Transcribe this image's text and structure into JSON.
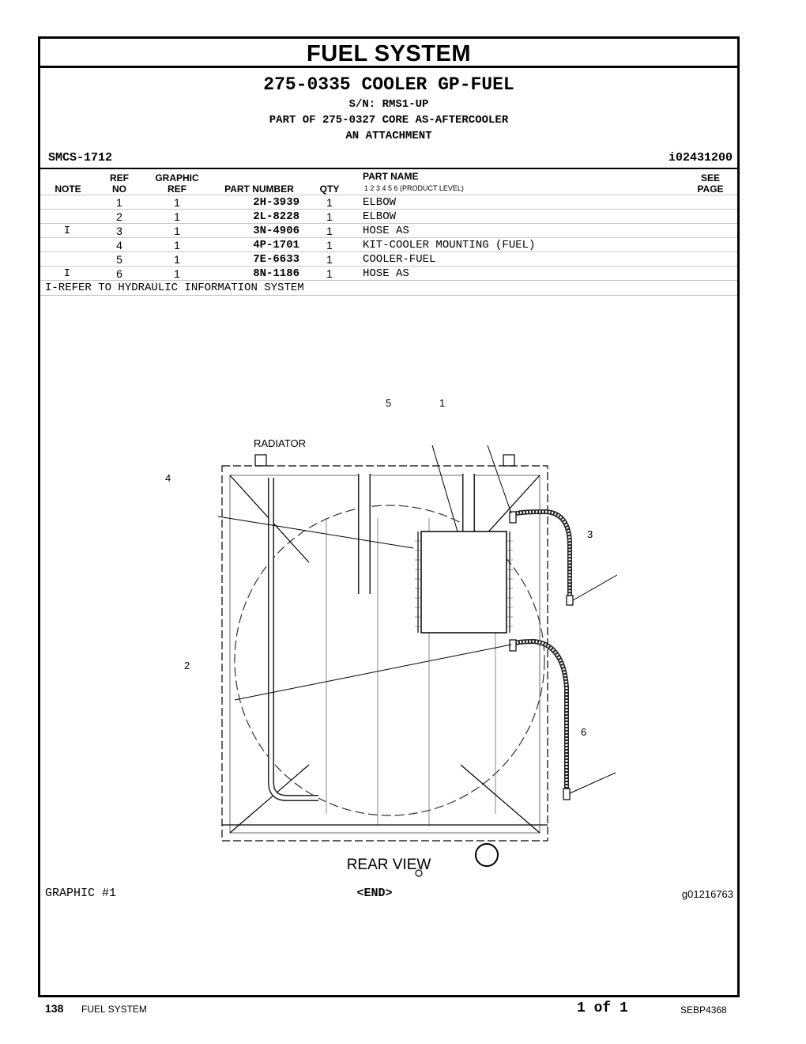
{
  "section_title": "FUEL SYSTEM",
  "group_title": "275-0335 COOLER GP-FUEL",
  "serial": "S/N: RMS1-UP",
  "part_of": "PART OF 275-0327 CORE AS-AFTERCOOLER",
  "attachment": "AN ATTACHMENT",
  "smcs": "SMCS-1712",
  "illustration_id": "i02431200",
  "headers": {
    "note": "NOTE",
    "ref_top": "REF",
    "ref_bottom": "NO",
    "graphic_top": "GRAPHIC",
    "graphic_bottom": "REF",
    "part_number": "PART NUMBER",
    "qty": "QTY",
    "part_name": "PART NAME",
    "levels": "1   2   3   4   5   6   (PRODUCT LEVEL)",
    "see_top": "SEE",
    "see_bottom": "PAGE"
  },
  "parts": [
    {
      "note": "",
      "ref": "1",
      "graphic_ref": "1",
      "part_number": "2H-3939",
      "qty": "1",
      "name": "ELBOW"
    },
    {
      "note": "",
      "ref": "2",
      "graphic_ref": "1",
      "part_number": "2L-8228",
      "qty": "1",
      "name": "ELBOW"
    },
    {
      "note": "I",
      "ref": "3",
      "graphic_ref": "1",
      "part_number": "3N-4906",
      "qty": "1",
      "name": "HOSE AS"
    },
    {
      "note": "",
      "ref": "4",
      "graphic_ref": "1",
      "part_number": "4P-1701",
      "qty": "1",
      "name": "KIT-COOLER MOUNTING (FUEL)"
    },
    {
      "note": "",
      "ref": "5",
      "graphic_ref": "1",
      "part_number": "7E-6633",
      "qty": "1",
      "name": "COOLER-FUEL"
    },
    {
      "note": "I",
      "ref": "6",
      "graphic_ref": "1",
      "part_number": "8N-1186",
      "qty": "1",
      "name": "HOSE AS"
    }
  ],
  "footnote": "I-REFER TO HYDRAULIC INFORMATION SYSTEM",
  "drawing": {
    "radiator_label": "RADIATOR",
    "callouts": [
      "1",
      "2",
      "3",
      "4",
      "5",
      "6"
    ],
    "view_label": "REAR VIEW"
  },
  "graphic_no": "GRAPHIC #1",
  "end_mark": "<END>",
  "graphic_id": "g01216763",
  "footer": {
    "page_no": "138",
    "section": "FUEL SYSTEM",
    "count": "1 of 1",
    "doc_id": "SEBP4368"
  }
}
